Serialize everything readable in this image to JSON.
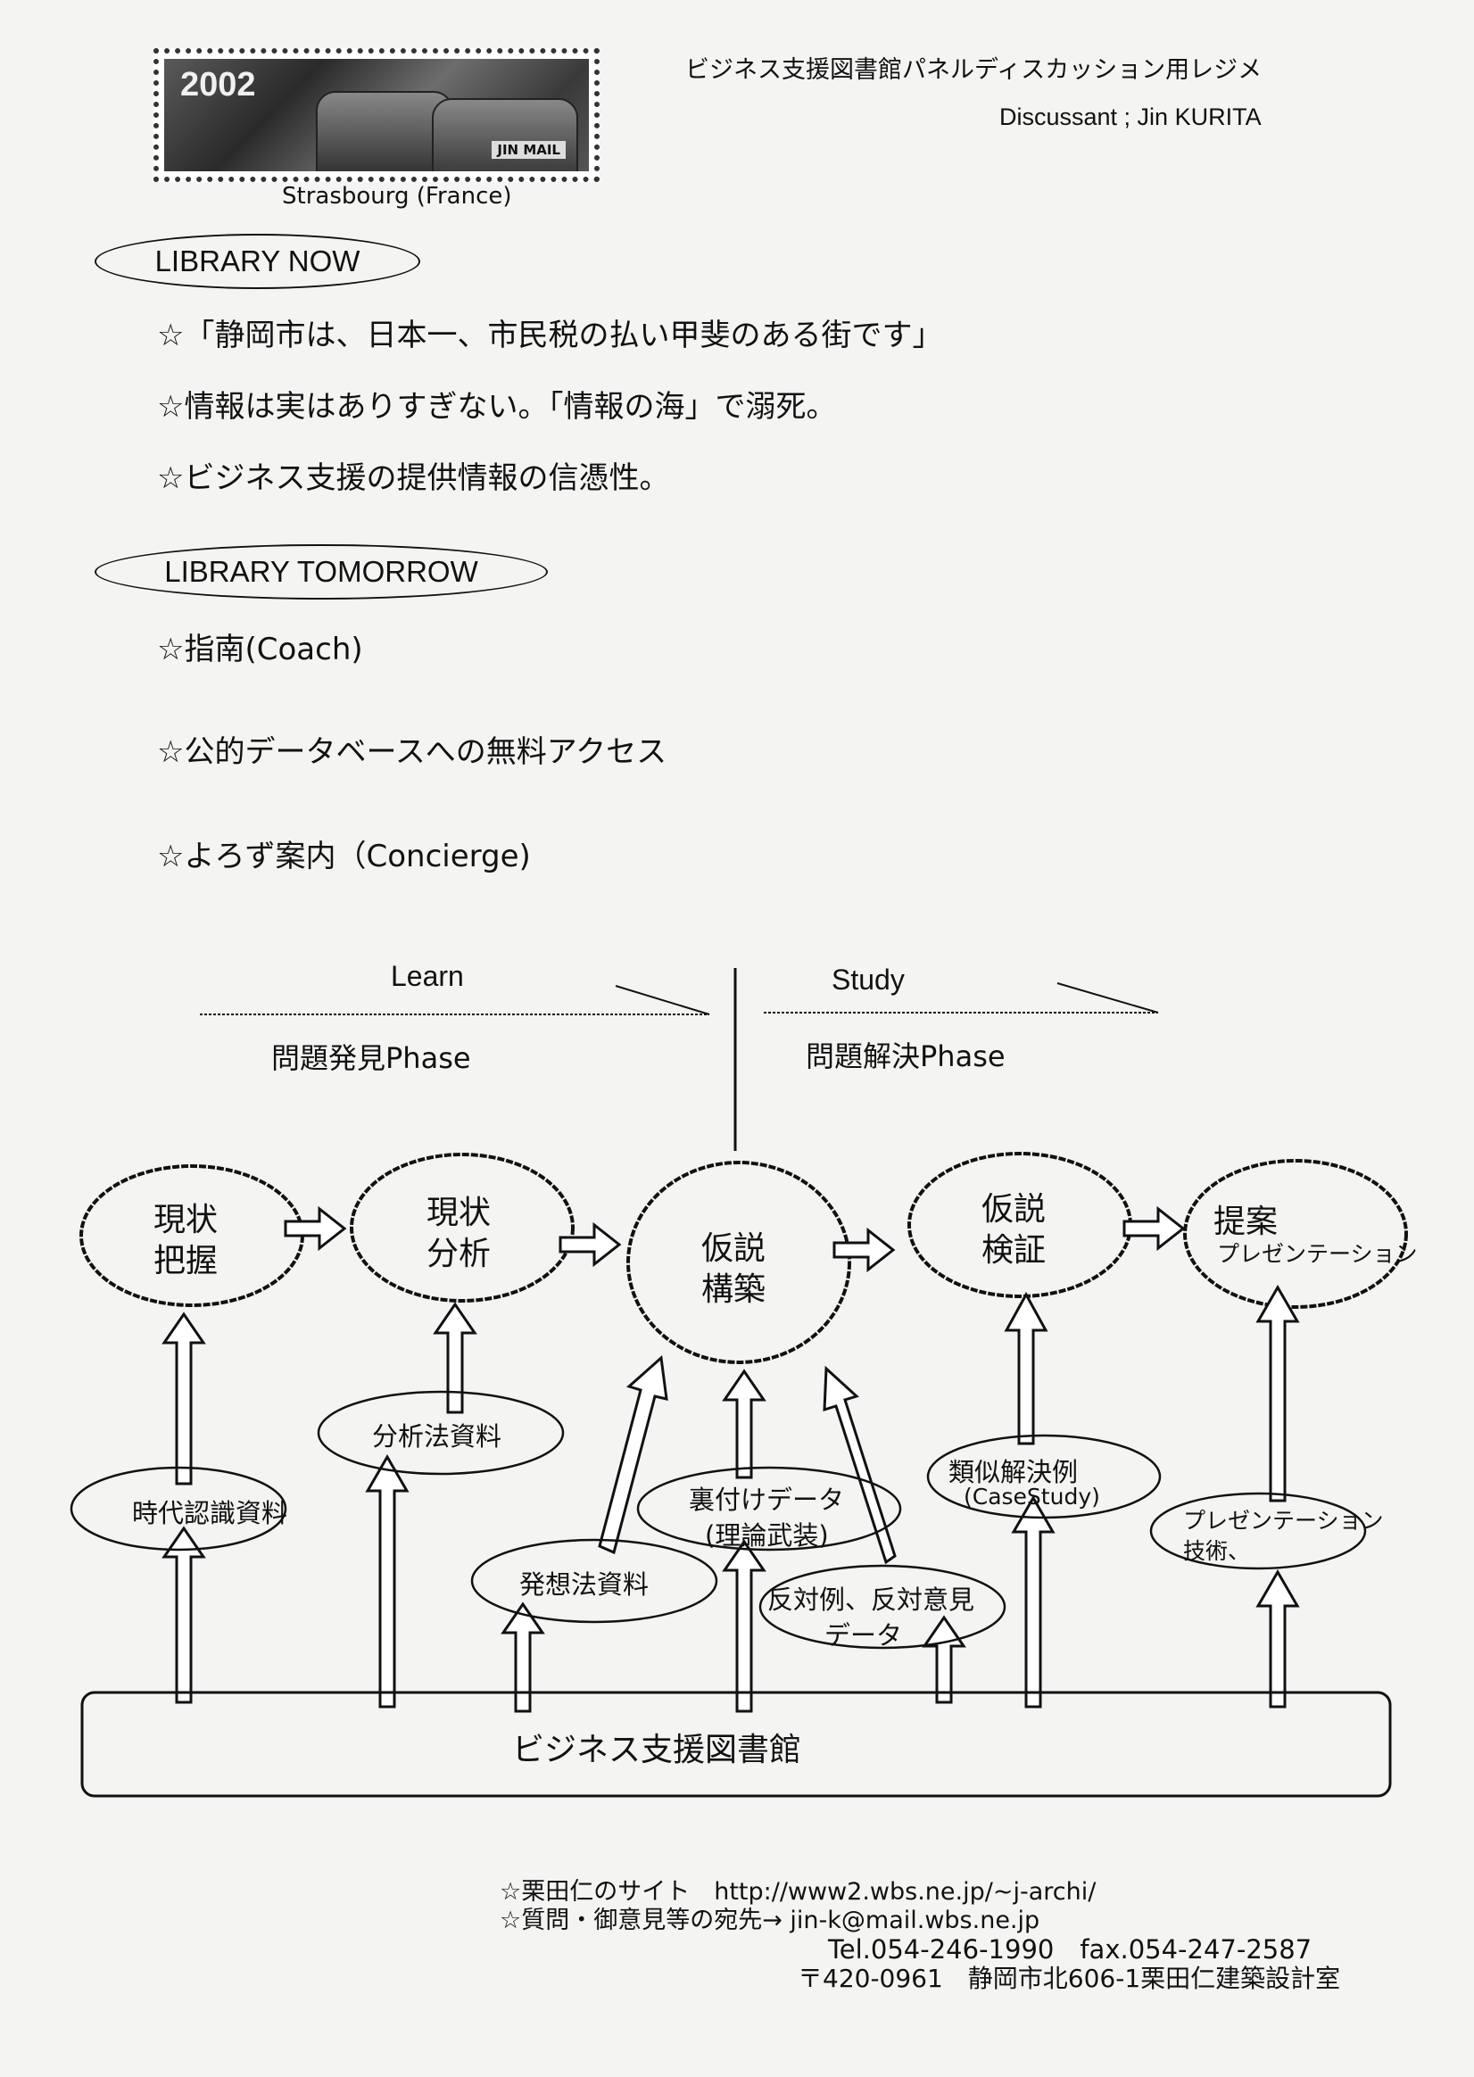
{
  "header": {
    "title": "ビジネス支援図書館パネルディスカッション用レジメ",
    "discussant": "Discussant ; Jin KURITA"
  },
  "stamp": {
    "year": "2002",
    "brand": "JIN MAIL",
    "caption": "Strasbourg (France)"
  },
  "section_now": {
    "heading": "LIBRARY NOW",
    "items": [
      "☆「静岡市は、日本一、市民税の払い甲斐のある街です」",
      "☆情報は実はありすぎない。「情報の海」で溺死。",
      "☆ビジネス支援の提供情報の信憑性。"
    ]
  },
  "section_tomorrow": {
    "heading": "LIBRARY TOMORROW",
    "items": [
      "☆指南(Coach)",
      "☆公的データベースへの無料アクセス",
      "☆よろず案内（Concierge)"
    ]
  },
  "diagram": {
    "phase_left": {
      "label": "Learn",
      "name": "問題発見Phase"
    },
    "phase_right": {
      "label": "Study",
      "name": "問題解決Phase"
    },
    "stages": [
      {
        "line1": "現状",
        "line2": "把握"
      },
      {
        "line1": "現状",
        "line2": "分析"
      },
      {
        "line1": "仮説",
        "line2": "構築"
      },
      {
        "line1": "仮説",
        "line2": "検証"
      },
      {
        "line1": "提案",
        "line2": "プレゼンテーション"
      }
    ],
    "resources": {
      "era": "時代認識資料",
      "analysis": "分析法資料",
      "ideation": "発想法資料",
      "support_line1": "裏付けデータ",
      "support_line2": "(理論武装)",
      "counter_line1": "反対例、反対意見",
      "counter_line2": "データ",
      "similar_line1": "類似解決例",
      "similar_line2": "(CaseStudy)",
      "present_line1": "プレゼンテーション",
      "present_line2": "技術、"
    },
    "base_label": "ビジネス支援図書館"
  },
  "footer": {
    "site": "☆栗田仁のサイト　http://www2.wbs.ne.jp/~j-archi/",
    "contact": "☆質問・御意見等の宛先→ jin-k@mail.wbs.ne.jp",
    "phone": "Tel.054-246-1990　fax.054-247-2587",
    "address": "〒420-0961　静岡市北606-1栗田仁建築設計室"
  }
}
